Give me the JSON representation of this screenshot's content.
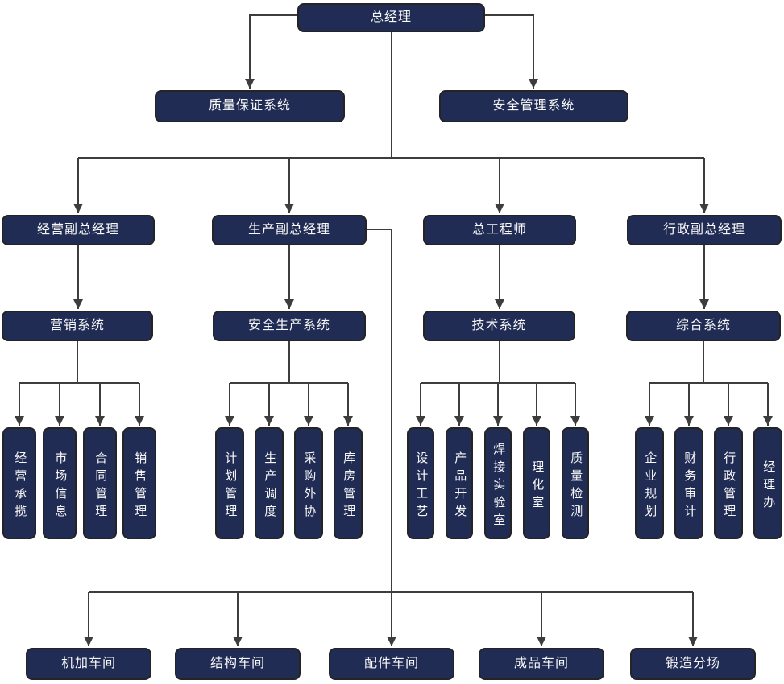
{
  "org": {
    "root": "总经理",
    "staff_systems": [
      "质量保证系统",
      "安全管理系统"
    ],
    "branches": [
      {
        "head": "经营副总经理",
        "system": "营销系统",
        "departments": [
          "经营承揽",
          "市场信息",
          "合同管理",
          "销售管理"
        ]
      },
      {
        "head": "生产副总经理",
        "system": "安全生产系统",
        "departments": [
          "计划管理",
          "生产调度",
          "采购外协",
          "库房管理"
        ]
      },
      {
        "head": "总工程师",
        "system": "技术系统",
        "departments": [
          "设计工艺",
          "产品开发",
          "焊接实验室",
          "理化室",
          "质量检测"
        ]
      },
      {
        "head": "行政副总经理",
        "system": "综合系统",
        "departments": [
          "企业规划",
          "财务审计",
          "行政管理",
          "经理办"
        ]
      }
    ],
    "workshops": [
      "机加车间",
      "结构车间",
      "配件车间",
      "成品车间",
      "锻造分场"
    ],
    "colors": {
      "node_fill": "#212C55",
      "node_border": "#242424",
      "node_text": "#F7F7F7",
      "connector": "#3D3D3D",
      "background": "#FFFFFF"
    }
  }
}
